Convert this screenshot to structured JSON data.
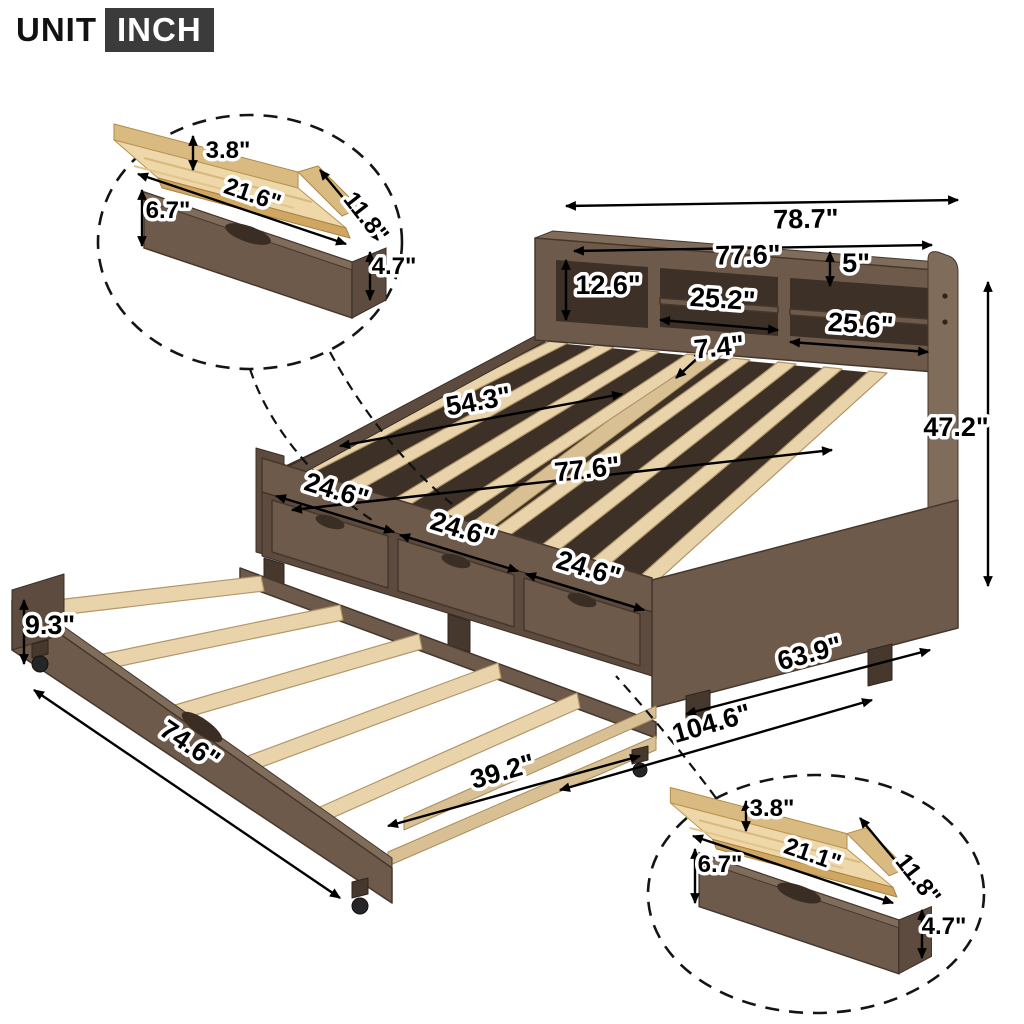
{
  "unit_badge": {
    "unit": "UNIT",
    "inch": "INCH"
  },
  "bed": {
    "top_width": "78.7\"",
    "bookcase_width": "77.6\"",
    "shelf_height": "5\"",
    "bookcase_height": "12.6\"",
    "mid_shelf_width": "25.2\"",
    "right_shelf_width": "25.6\"",
    "shelf_depth": "7.4\"",
    "slat_length": "54.3\"",
    "platform_length": "77.6\"",
    "total_height": "47.2\"",
    "drawer1": "24.6\"",
    "drawer2": "24.6\"",
    "drawer3": "24.6\"",
    "side_depth": "63.9\"",
    "total_depth": "104.6\""
  },
  "trundle": {
    "height": "9.3\"",
    "length": "74.6\"",
    "width": "39.2\""
  },
  "detail_top": {
    "inner_height": "3.8\"",
    "front_height": "6.7\"",
    "width": "21.6\"",
    "depth": "11.8\"",
    "face_height": "4.7\""
  },
  "detail_bottom": {
    "inner_height": "3.8\"",
    "front_height": "6.7\"",
    "width": "21.1\"",
    "depth": "11.8\"",
    "face_height": "4.7\""
  },
  "colors": {
    "wood_dark_brown": "#6e5a4b",
    "wood_shadow": "#3c3027",
    "slat_wood": "#e9d3ab",
    "pine_interior": "#eed7a8",
    "dimension_text": "#000000",
    "badge_background": "#3b3b3b"
  }
}
